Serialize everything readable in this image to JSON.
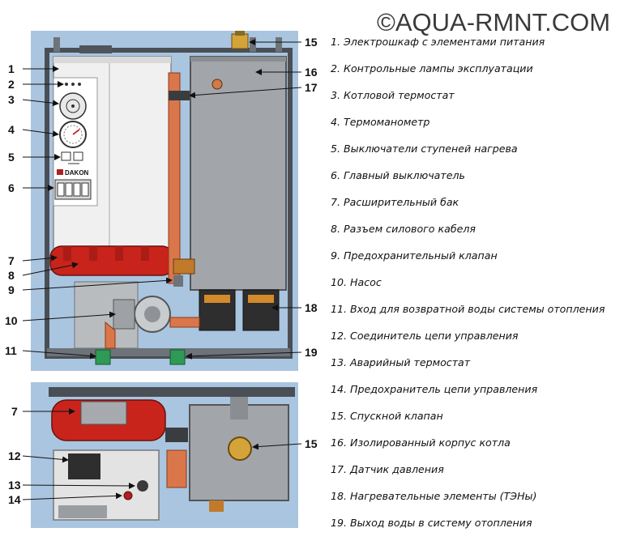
{
  "watermark": "©AQUA-RMNT.COM",
  "legend": [
    "1. Электрошкаф с элементами питания",
    "2. Контрольные лампы эксплуатации",
    "3. Котловой термостат",
    "4. Термоманометр",
    "5. Выключатели ступеней нагрева",
    "6. Главный выключатель",
    "7. Расширительный бак",
    "8. Разъем силового кабеля",
    "9. Предохранительный клапан",
    "10. Насос",
    "11. Вход для возвратной воды системы отопления",
    "12. Соединитель цепи управления",
    "13. Аварийный термостат",
    "14. Предохранитель цепи управления",
    "15. Спускной клапан",
    "16. Изолированный корпус котла",
    "17. Датчик давления",
    "18. Нагревательные элементы (ТЭНы)",
    "19. Выход воды в систему отопления"
  ],
  "callouts_top": [
    "1",
    "2",
    "3",
    "4",
    "5",
    "6",
    "7",
    "8",
    "9",
    "10",
    "11",
    "15",
    "16",
    "17",
    "18",
    "19"
  ],
  "callouts_bottom": [
    "7",
    "12",
    "13",
    "14",
    "15"
  ],
  "brand_label": "DAKON",
  "colors": {
    "panel_bg": "#a9c5e0",
    "housing": "#a0a4a8",
    "tank_red": "#c8241c",
    "copper": "#d9774b",
    "green_fitting": "#2e9a55"
  }
}
